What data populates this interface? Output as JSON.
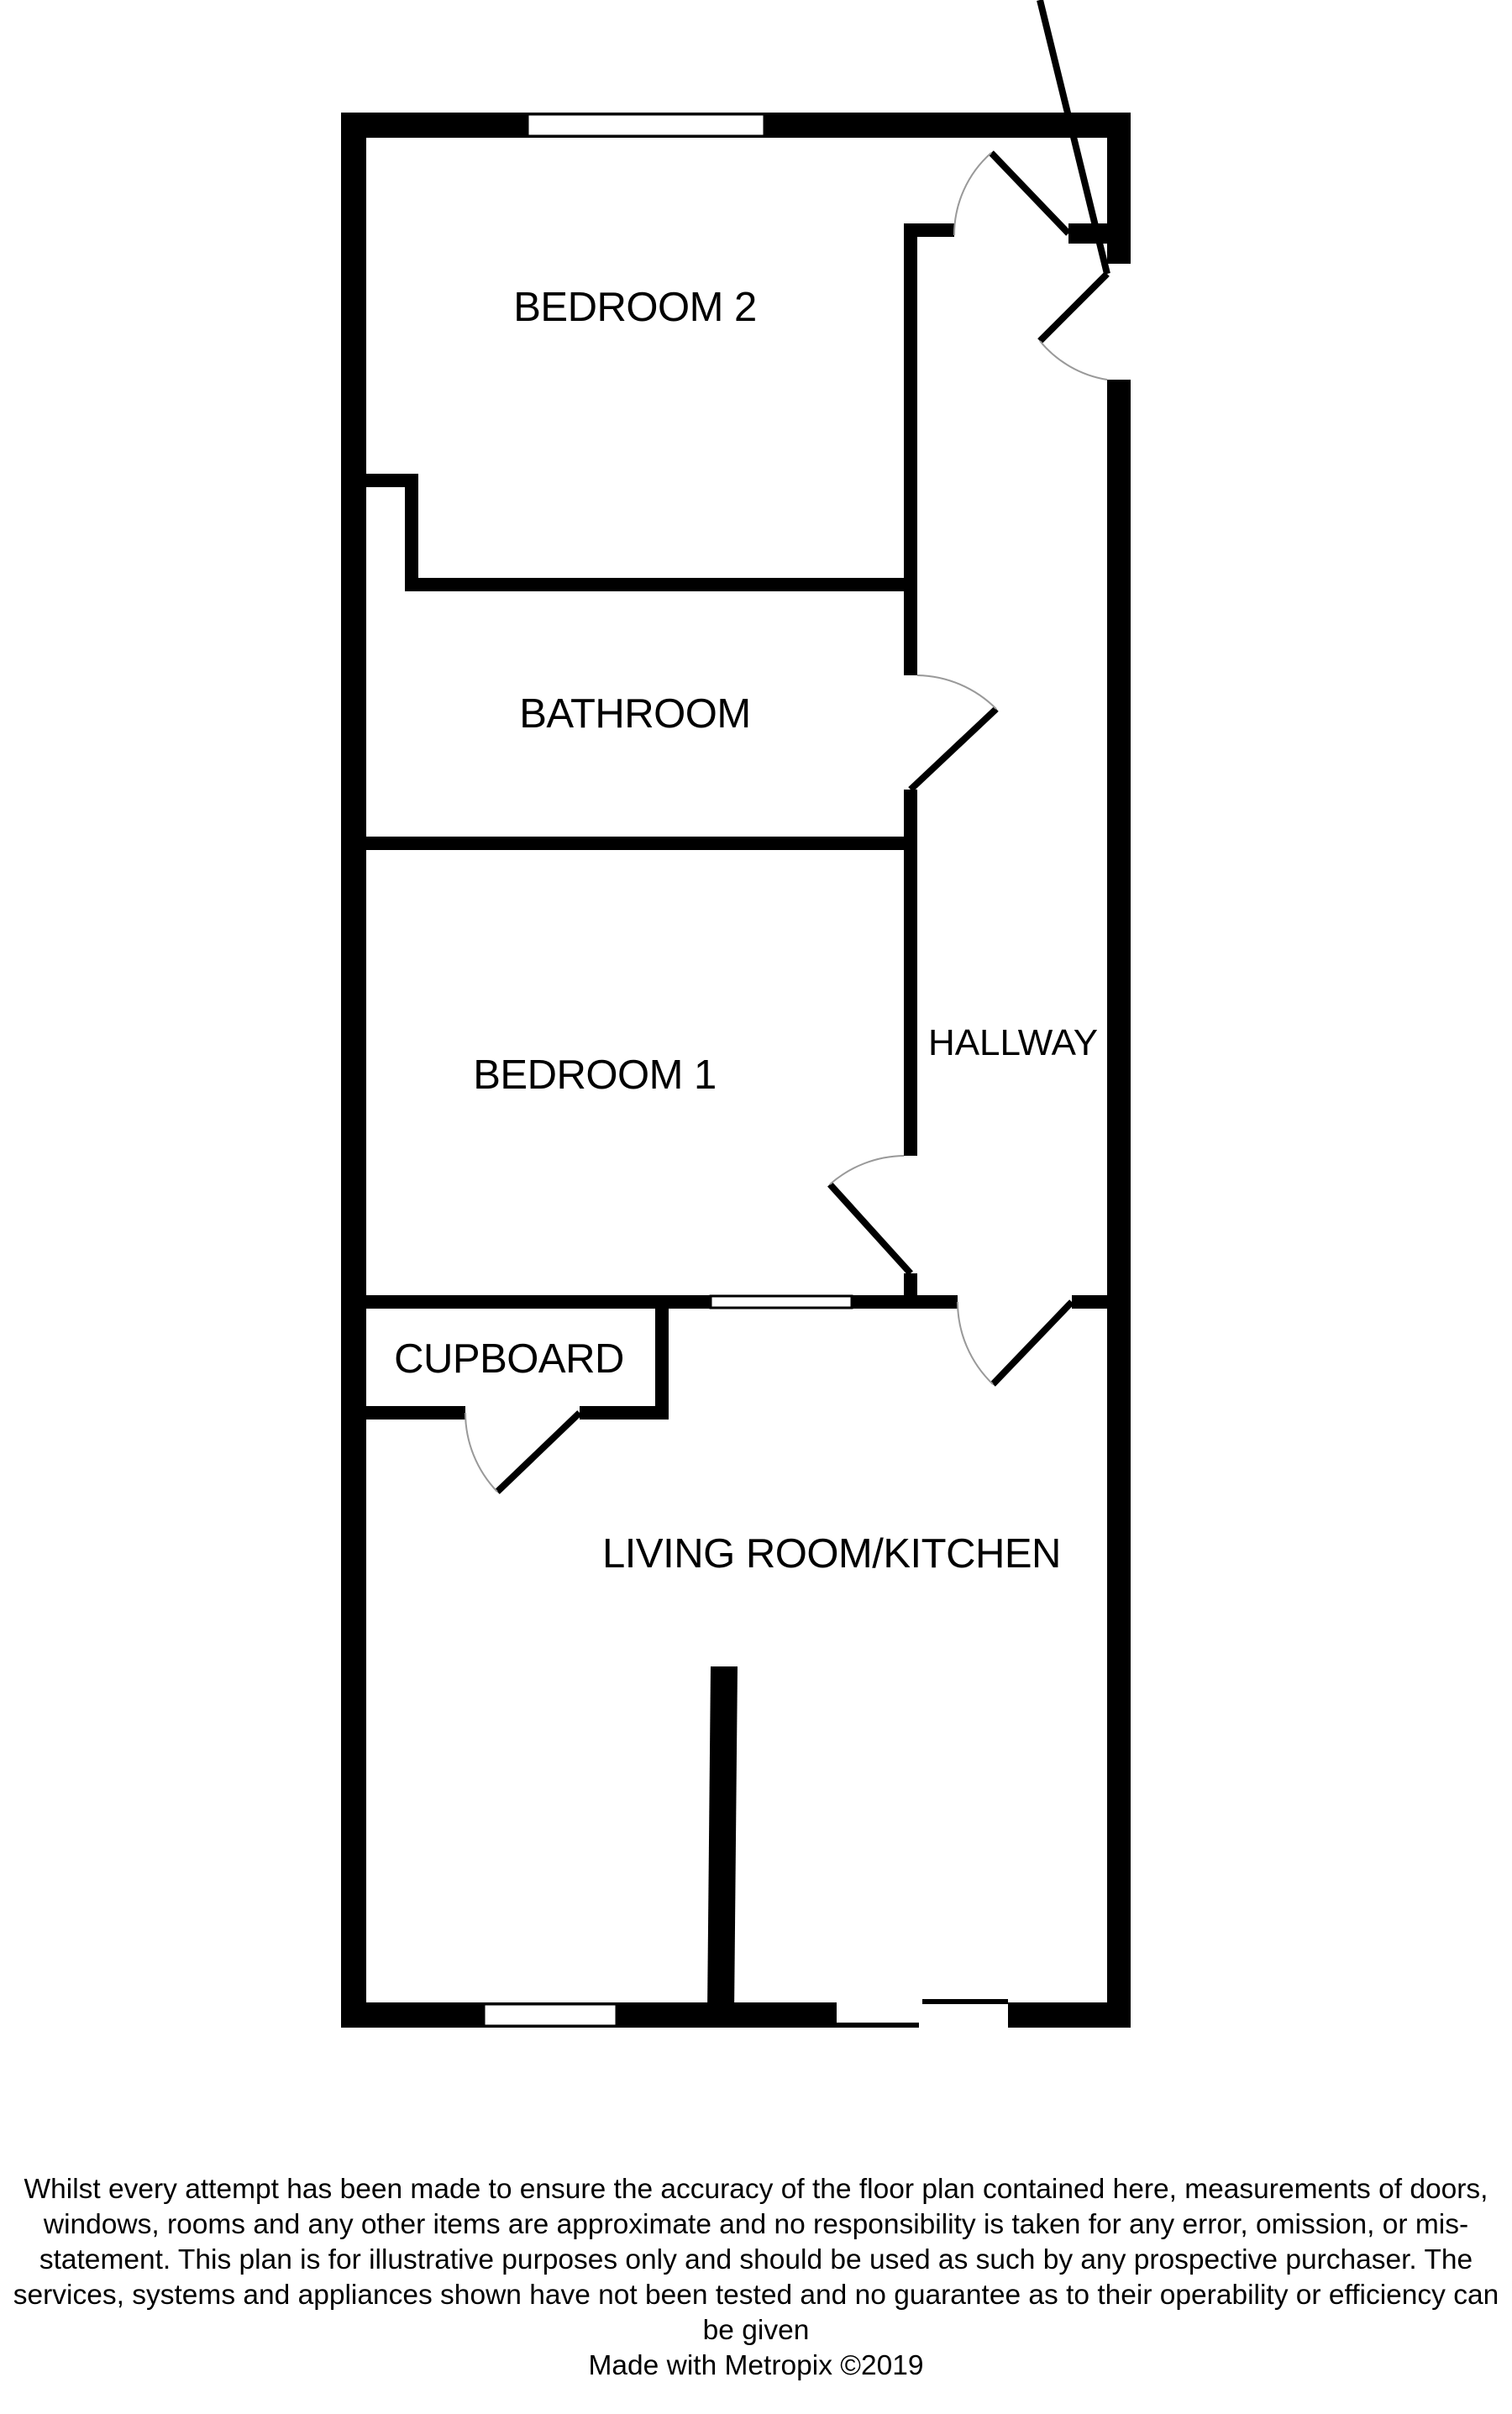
{
  "floor_plan": {
    "rooms": {
      "bedroom_2": "BEDROOM 2",
      "bathroom": "BATHROOM",
      "bedroom_1": "BEDROOM 1",
      "hallway": "HALLWAY",
      "cupboard": "CUPBOARD",
      "living_room_kitchen": "LIVING ROOM/KITCHEN"
    },
    "colors": {
      "wall": "#000000",
      "background": "#ffffff",
      "door_arc": "#999999"
    }
  },
  "footer": {
    "disclaimer": "Whilst every attempt has been made to ensure the accuracy of the floor plan contained here, measurements of doors, windows, rooms and any other items are approximate and no responsibility is taken for any error, omission, or mis-statement. This plan is for illustrative purposes only and should be used as such by any prospective purchaser. The services, systems and appliances shown have not been tested and no guarantee as to their operability or efficiency can be given",
    "credit": "Made with Metropix ©2019"
  }
}
